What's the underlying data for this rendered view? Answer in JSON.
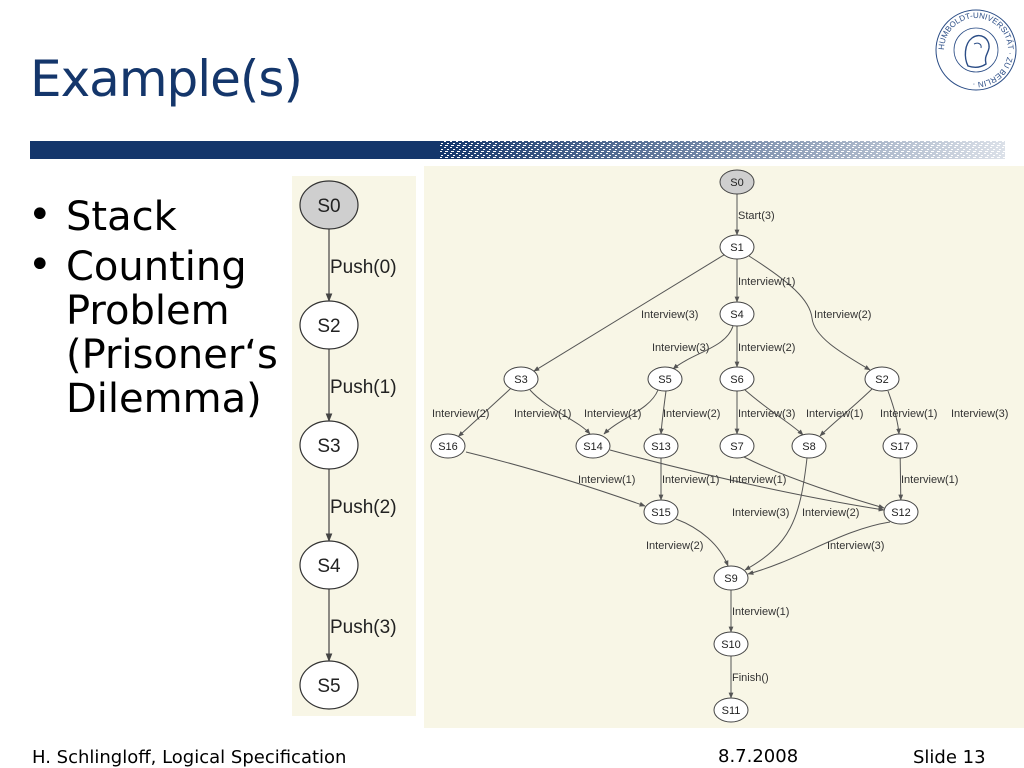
{
  "slide": {
    "title": "Example(s)",
    "bullets": [
      "Stack",
      "Counting\nProblem\n(Prisoner‘s\nDilemma)"
    ],
    "logo_text": "HUMBOLDT-UNIVERSITÄT · ZU BERLIN ·",
    "colors": {
      "title": "#14366b",
      "bar": "#14366b",
      "panel": "#f8f6e6",
      "start_node": "#cfcfcf"
    }
  },
  "stack_graph": {
    "nodes": [
      "S0",
      "S2",
      "S3",
      "S4",
      "S5"
    ],
    "edges": [
      {
        "from": "S0",
        "to": "S2",
        "label": "Push(0)"
      },
      {
        "from": "S2",
        "to": "S3",
        "label": "Push(1)"
      },
      {
        "from": "S3",
        "to": "S4",
        "label": "Push(2)"
      },
      {
        "from": "S4",
        "to": "S5",
        "label": "Push(3)"
      }
    ]
  },
  "prisoner_graph": {
    "nodes": [
      "S0",
      "S1",
      "S4",
      "S3",
      "S5",
      "S6",
      "S2",
      "S16",
      "S14",
      "S13",
      "S7",
      "S8",
      "S17",
      "S15",
      "S12",
      "S9",
      "S10",
      "S11"
    ],
    "edges": [
      {
        "from": "S0",
        "to": "S1",
        "label": "Start(3)"
      },
      {
        "from": "S1",
        "to": "S4",
        "label": "Interview(1)"
      },
      {
        "from": "S1",
        "to": "S3",
        "label": "Interview(3)"
      },
      {
        "from": "S1",
        "to": "S2",
        "label": "Interview(2)"
      },
      {
        "from": "S4",
        "to": "S5",
        "label": "Interview(3)"
      },
      {
        "from": "S4",
        "to": "S6",
        "label": "Interview(2)"
      },
      {
        "from": "S3",
        "to": "S16",
        "label": "Interview(2)"
      },
      {
        "from": "S3",
        "to": "S14",
        "label": "Interview(1)"
      },
      {
        "from": "S5",
        "to": "S14",
        "label": "Interview(1)"
      },
      {
        "from": "S5",
        "to": "S13",
        "label": "Interview(2)"
      },
      {
        "from": "S6",
        "to": "S7",
        "label": "Interview(3)"
      },
      {
        "from": "S6",
        "to": "S8",
        "label": "Interview(1)"
      },
      {
        "from": "S2",
        "to": "S8",
        "label": "Interview(1)"
      },
      {
        "from": "S2",
        "to": "S17",
        "label": "Interview(3)"
      },
      {
        "from": "S16",
        "to": "S15",
        "label": "Interview(1)"
      },
      {
        "from": "S13",
        "to": "S15",
        "label": "Interview(1)"
      },
      {
        "from": "S14",
        "to": "S12",
        "label": "Interview(1)"
      },
      {
        "from": "S17",
        "to": "S12",
        "label": "Interview(1)"
      },
      {
        "from": "S15",
        "to": "S9",
        "label": "Interview(2)"
      },
      {
        "from": "S7",
        "to": "S12",
        "label": "Interview(3)"
      },
      {
        "from": "S8",
        "to": "S9",
        "label": "Interview(2)"
      },
      {
        "from": "S12",
        "to": "S9",
        "label": "Interview(3)"
      },
      {
        "from": "S9",
        "to": "S10",
        "label": "Interview(1)"
      },
      {
        "from": "S10",
        "to": "S11",
        "label": "Finish()"
      }
    ]
  },
  "footer": {
    "author": "H. Schlingloff, Logical Specification",
    "date": "8.7.2008",
    "slide": "Slide 13"
  }
}
